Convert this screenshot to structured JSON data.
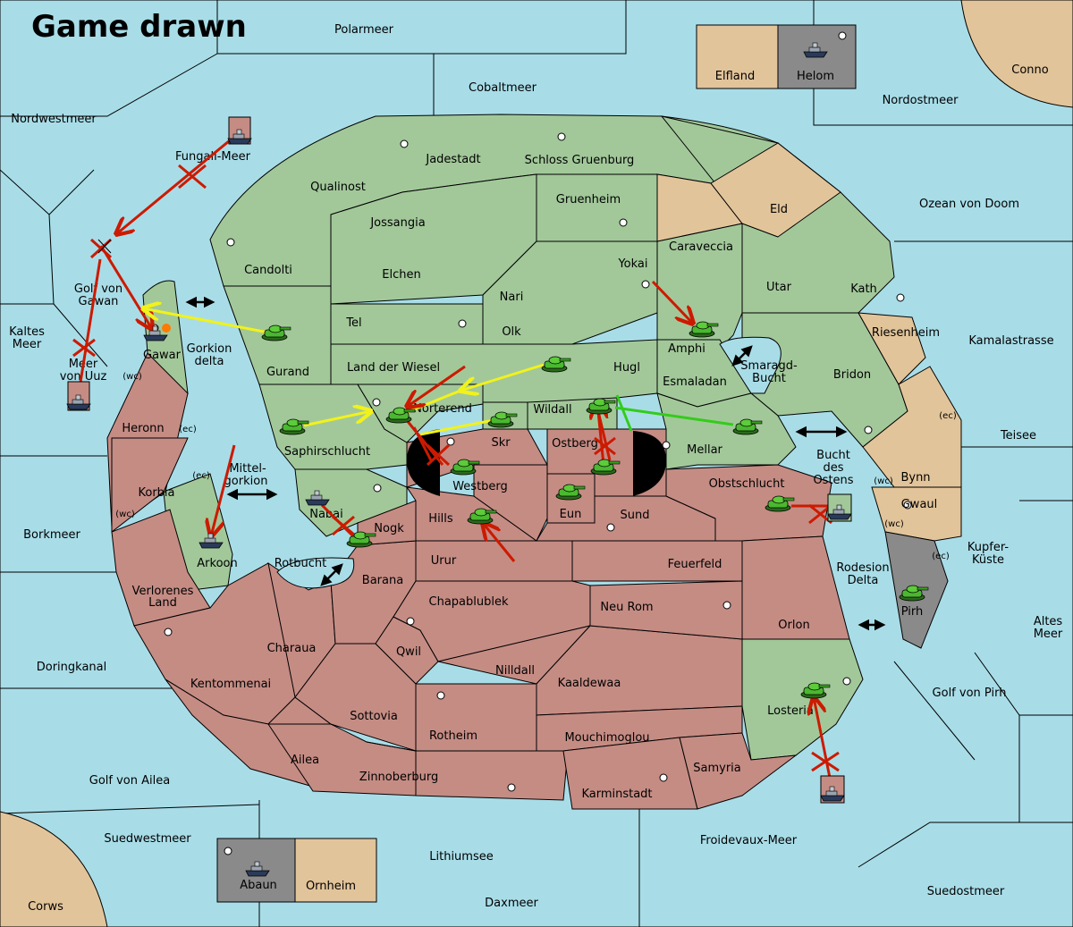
{
  "title": "Game drawn",
  "colors": {
    "sea": "#a8dde8",
    "green": "#a2c89a",
    "red": "#c58c84",
    "tan": "#e2c49a",
    "grey": "#8a8a8a",
    "move_red": "#cc1a00",
    "move_yellow": "#f2f21a",
    "move_green": "#33cc1a"
  },
  "seas": [
    {
      "id": "polarmeer",
      "label": "Polarmeer"
    },
    {
      "id": "cobaltmeer",
      "label": "Cobaltmeer"
    },
    {
      "id": "nordwestmeer",
      "label": "Nordwestmeer"
    },
    {
      "id": "nordostmeer",
      "label": "Nordostmeer"
    },
    {
      "id": "fungali",
      "label": "Fungali-Meer"
    },
    {
      "id": "golf-gawan-1",
      "label": "Golf von"
    },
    {
      "id": "golf-gawan-2",
      "label": "Gawan"
    },
    {
      "id": "kaltes-1",
      "label": "Kaltes"
    },
    {
      "id": "kaltes-2",
      "label": "Meer"
    },
    {
      "id": "uuz-1",
      "label": "Meer"
    },
    {
      "id": "uuz-2",
      "label": "von Uuz"
    },
    {
      "id": "ozean",
      "label": "Ozean von Doom"
    },
    {
      "id": "kamala",
      "label": "Kamalastrasse"
    },
    {
      "id": "teisee",
      "label": "Teisee"
    },
    {
      "id": "kupfer-1",
      "label": "Kupfer-"
    },
    {
      "id": "kupfer-2",
      "label": "Küste"
    },
    {
      "id": "altes-1",
      "label": "Altes"
    },
    {
      "id": "altes-2",
      "label": "Meer"
    },
    {
      "id": "golf-pirh",
      "label": "Golf von Pirh"
    },
    {
      "id": "borkmeer",
      "label": "Borkmeer"
    },
    {
      "id": "doringkanal",
      "label": "Doringkanal"
    },
    {
      "id": "golf-ailea",
      "label": "Golf von Ailea"
    },
    {
      "id": "suedwestmeer",
      "label": "Suedwestmeer"
    },
    {
      "id": "lithiumsee",
      "label": "Lithiumsee"
    },
    {
      "id": "daxmeer",
      "label": "Daxmeer"
    },
    {
      "id": "froidevaux",
      "label": "Froidevaux-Meer"
    },
    {
      "id": "suedostmeer",
      "label": "Suedostmeer"
    },
    {
      "id": "smaragd-1",
      "label": "Smaragd-"
    },
    {
      "id": "smaragd-2",
      "label": "Bucht"
    },
    {
      "id": "bucht-1",
      "label": "Bucht"
    },
    {
      "id": "bucht-2",
      "label": "des"
    },
    {
      "id": "bucht-3",
      "label": "Ostens"
    },
    {
      "id": "rotbucht",
      "label": "Rotbucht"
    },
    {
      "id": "mittel-1",
      "label": "Mittel-"
    },
    {
      "id": "mittel-2",
      "label": "gorkion"
    },
    {
      "id": "gorkion-1",
      "label": "Gorkion"
    },
    {
      "id": "gorkion-2",
      "label": "delta"
    },
    {
      "id": "rodesion-1",
      "label": "Rodesion"
    },
    {
      "id": "rodesion-2",
      "label": "Delta"
    }
  ],
  "lands": [
    {
      "id": "jadestadt",
      "label": "Jadestadt"
    },
    {
      "id": "schloss",
      "label": "Schloss Gruenburg"
    },
    {
      "id": "qualinost",
      "label": "Qualinost"
    },
    {
      "id": "gruenheim",
      "label": "Gruenheim"
    },
    {
      "id": "eld",
      "label": "Eld"
    },
    {
      "id": "jossangia",
      "label": "Jossangia"
    },
    {
      "id": "caraveccia",
      "label": "Caraveccia"
    },
    {
      "id": "candolti",
      "label": "Candolti"
    },
    {
      "id": "elchen",
      "label": "Elchen"
    },
    {
      "id": "yokai",
      "label": "Yokai"
    },
    {
      "id": "utar",
      "label": "Utar"
    },
    {
      "id": "kath",
      "label": "Kath"
    },
    {
      "id": "nari",
      "label": "Nari"
    },
    {
      "id": "tel",
      "label": "Tel"
    },
    {
      "id": "olk",
      "label": "Olk"
    },
    {
      "id": "amphi",
      "label": "Amphi"
    },
    {
      "id": "riesenheim",
      "label": "Riesenheim"
    },
    {
      "id": "gawar",
      "label": "Gawar"
    },
    {
      "id": "gurand",
      "label": "Gurand"
    },
    {
      "id": "wiesel",
      "label": "Land der Wiesel"
    },
    {
      "id": "hugl",
      "label": "Hugl"
    },
    {
      "id": "bridon",
      "label": "Bridon"
    },
    {
      "id": "esmaladan",
      "label": "Esmaladan"
    },
    {
      "id": "norterend",
      "label": "Norterend"
    },
    {
      "id": "wildall",
      "label": "Wildall"
    },
    {
      "id": "heronn",
      "label": "Heronn"
    },
    {
      "id": "saphir",
      "label": "Saphirschlucht"
    },
    {
      "id": "skr",
      "label": "Skr"
    },
    {
      "id": "ostberg",
      "label": "Ostberg"
    },
    {
      "id": "mellar",
      "label": "Mellar"
    },
    {
      "id": "bynn",
      "label": "Bynn"
    },
    {
      "id": "westberg",
      "label": "Westberg"
    },
    {
      "id": "obstschlucht",
      "label": "Obstschlucht"
    },
    {
      "id": "korbia",
      "label": "Korbia"
    },
    {
      "id": "gwaul",
      "label": "Gwaul"
    },
    {
      "id": "nabai",
      "label": "Nabai"
    },
    {
      "id": "eun",
      "label": "Eun"
    },
    {
      "id": "sund",
      "label": "Sund"
    },
    {
      "id": "hills",
      "label": "Hills"
    },
    {
      "id": "nogk",
      "label": "Nogk"
    },
    {
      "id": "arkoon",
      "label": "Arkoon"
    },
    {
      "id": "urur",
      "label": "Urur"
    },
    {
      "id": "feuerfeld",
      "label": "Feuerfeld"
    },
    {
      "id": "barana",
      "label": "Barana"
    },
    {
      "id": "verlorenes-1",
      "label": "Verlorenes"
    },
    {
      "id": "verlorenes-2",
      "label": "Land"
    },
    {
      "id": "chapa",
      "label": "Chapablublek"
    },
    {
      "id": "neurom",
      "label": "Neu Rom"
    },
    {
      "id": "orlon",
      "label": "Orlon"
    },
    {
      "id": "pirh",
      "label": "Pirh"
    },
    {
      "id": "charaua",
      "label": "Charaua"
    },
    {
      "id": "qwil",
      "label": "Qwil"
    },
    {
      "id": "nilldall",
      "label": "Nilldall"
    },
    {
      "id": "kentommenai",
      "label": "Kentommenai"
    },
    {
      "id": "kaaldewaa",
      "label": "Kaaldewaa"
    },
    {
      "id": "sottovia",
      "label": "Sottovia"
    },
    {
      "id": "losteria",
      "label": "Losteria"
    },
    {
      "id": "rotheim",
      "label": "Rotheim"
    },
    {
      "id": "mouchi",
      "label": "Mouchimoglou"
    },
    {
      "id": "ailea",
      "label": "Ailea"
    },
    {
      "id": "samyria",
      "label": "Samyria"
    },
    {
      "id": "zinnoberburg",
      "label": "Zinnoberburg"
    },
    {
      "id": "karminstadt",
      "label": "Karminstadt"
    },
    {
      "id": "elfland",
      "label": "Elfland"
    },
    {
      "id": "helom",
      "label": "Helom"
    },
    {
      "id": "conno",
      "label": "Conno"
    },
    {
      "id": "abaun",
      "label": "Abaun"
    },
    {
      "id": "ornheim",
      "label": "Ornheim"
    },
    {
      "id": "corws",
      "label": "Corws"
    }
  ],
  "coasts": [
    {
      "id": "wc-gawar",
      "label": "(wc)"
    },
    {
      "id": "ec-heronn",
      "label": "(ec)"
    },
    {
      "id": "ec-korbia",
      "label": "(ec)"
    },
    {
      "id": "wc-korbia",
      "label": "(wc)"
    },
    {
      "id": "ec-bynn",
      "label": "(ec)"
    },
    {
      "id": "wc-bynn",
      "label": "(wc)"
    },
    {
      "id": "wc-gwaul",
      "label": "(wc)"
    },
    {
      "id": "ec-gwaul",
      "label": "(ec)"
    }
  ],
  "units": {
    "armies": [
      "Gurand",
      "Land der Wiesel",
      "Saphirschlucht",
      "Norterend",
      "Skr",
      "Wildall",
      "Mellar",
      "Westberg",
      "Ostberg",
      "Eun",
      "Hills",
      "Nogk",
      "Amphi",
      "Obstschlucht",
      "Pirh",
      "Losteria"
    ],
    "fleets": [
      "Fungali-Meer",
      "Gawar",
      "Meer von Uuz",
      "Arkoon",
      "Nabai",
      "Helom",
      "Bucht des Ostens",
      "Abaun",
      "Suedostmeer"
    ]
  }
}
